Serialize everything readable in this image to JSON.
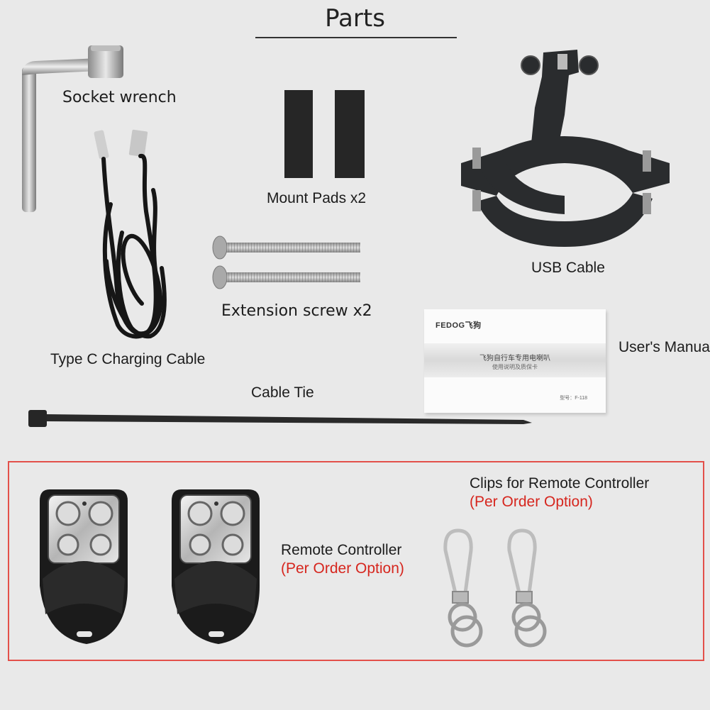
{
  "header": {
    "title": "Parts"
  },
  "labels": {
    "socket_wrench": "Socket wrench",
    "mount_pads": "Mount Pads x2",
    "usb_cable": "USB Cable",
    "extension_screw": "Extension screw x2",
    "type_c_cable": "Type C Charging Cable",
    "users_manual": "User's Manua",
    "cable_tie": "Cable Tie"
  },
  "manual": {
    "brand": "FEDOG飞狗",
    "line1": "飞狗自行车专用电喇叭",
    "line2": "使用说明及质保卡",
    "model": "型号：F-118"
  },
  "options": {
    "clips_label": "Clips for Remote Controller",
    "clips_option": "(Per Order Option)",
    "remote_label": "Remote Controller",
    "remote_option": "(Per Order Option)"
  },
  "colors": {
    "option_text": "#d6261e",
    "box_border": "#e3504a",
    "background": "#e9e9e9"
  }
}
